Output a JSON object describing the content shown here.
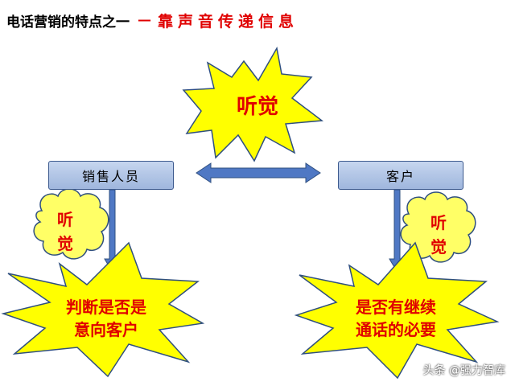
{
  "title": {
    "prefix": "电话营销的特点之一",
    "dash": "—",
    "emphasis": "靠声音传递信息"
  },
  "center_star": {
    "label": "听觉"
  },
  "left_box": {
    "label": "销售人员"
  },
  "right_box": {
    "label": "客户"
  },
  "left_cloud": {
    "label_line1": "听",
    "label_line2": "觉"
  },
  "right_cloud": {
    "label_line1": "听",
    "label_line2": "觉"
  },
  "left_star": {
    "label_line1": "判断是否是",
    "label_line2": "意向客户"
  },
  "right_star": {
    "label_line1": "是否有继续",
    "label_line2": "通话的必要"
  },
  "watermark": "头条 @强力智库",
  "colors": {
    "star_fill": "#ffff00",
    "star_stroke": "#2f4f7f",
    "cloud_fill": "#ffff66",
    "label_red": "#e00000",
    "box_fill": "#b4c7e7",
    "arrow_fill": "#4f78c4"
  }
}
